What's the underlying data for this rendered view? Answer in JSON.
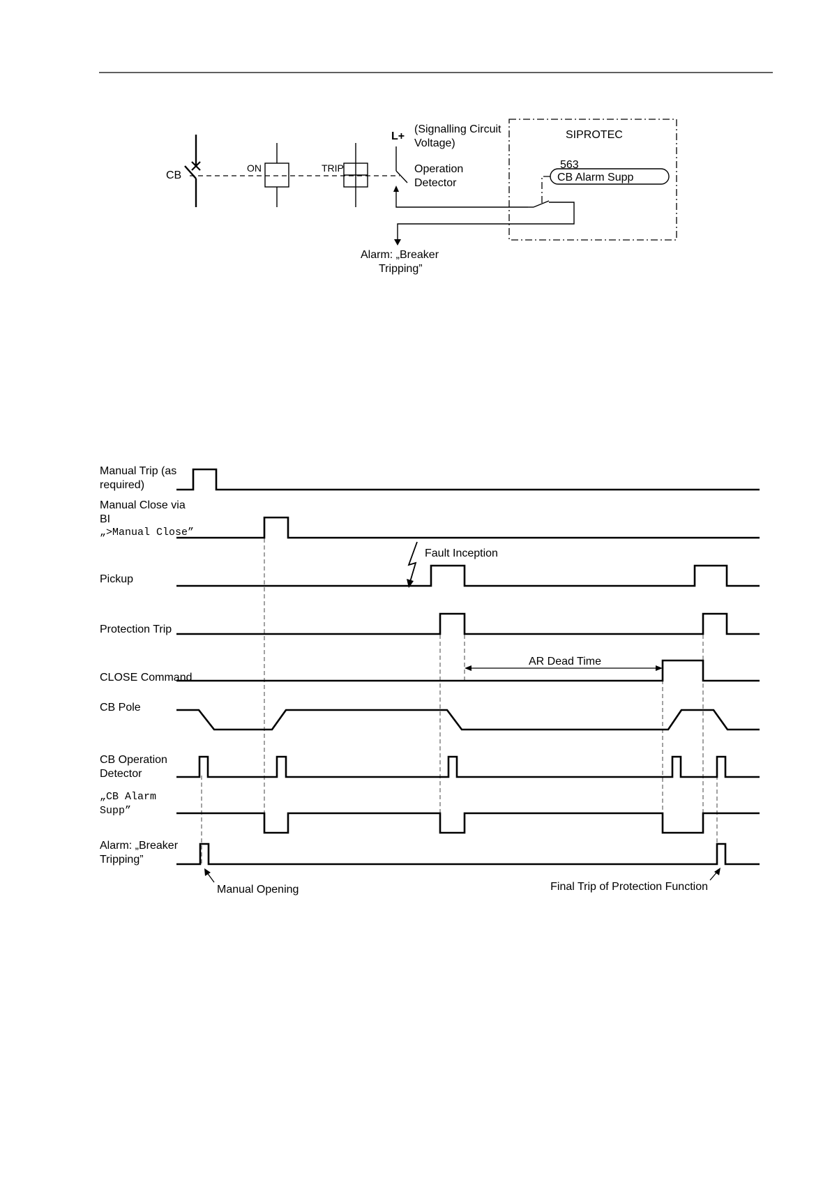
{
  "circuit": {
    "cb_label": "CB",
    "on_label": "ON",
    "trip_label": "TRIP",
    "lplus_label": "L+",
    "signalling_label": [
      "(Signalling Circuit",
      "Voltage)"
    ],
    "operation_detector_label": [
      "Operation",
      "Detector"
    ],
    "siprotec_label": "SIPROTEC",
    "address_number": "563",
    "cb_alarm_supp_label": "CB Alarm Supp",
    "alarm_label": [
      "Alarm: „Breaker",
      "Tripping”"
    ]
  },
  "timing": {
    "signals": [
      {
        "id": "manual-trip",
        "label_lines": [
          "Manual Trip (as",
          "required)"
        ],
        "mono": false
      },
      {
        "id": "manual-close",
        "label_lines": [
          "Manual Close via",
          "BI"
        ],
        "mono_line": "„>Manual Close”"
      },
      {
        "id": "pickup",
        "label_lines": [
          "Pickup"
        ],
        "mono": false
      },
      {
        "id": "protection-trip",
        "label_lines": [
          "Protection Trip"
        ],
        "mono": false
      },
      {
        "id": "close-command",
        "label_lines": [
          "CLOSE Command"
        ],
        "mono": false
      },
      {
        "id": "cb-pole",
        "label_lines": [
          "CB Pole"
        ],
        "mono": false
      },
      {
        "id": "cb-operation-detector",
        "label_lines": [
          "CB Operation",
          "Detector"
        ],
        "mono": false
      },
      {
        "id": "cb-alarm-supp",
        "label_lines": [
          "„CB Alarm",
          "Supp”"
        ],
        "mono": true
      },
      {
        "id": "alarm-breaker-tripping",
        "label_lines": [
          "Alarm: „Breaker",
          "Tripping”"
        ],
        "mono": false
      }
    ],
    "annotations": {
      "fault_inception": "Fault Inception",
      "ar_dead_time": "AR Dead Time",
      "manual_opening": "Manual Opening",
      "final_trip": "Final Trip of Protection Function"
    }
  }
}
